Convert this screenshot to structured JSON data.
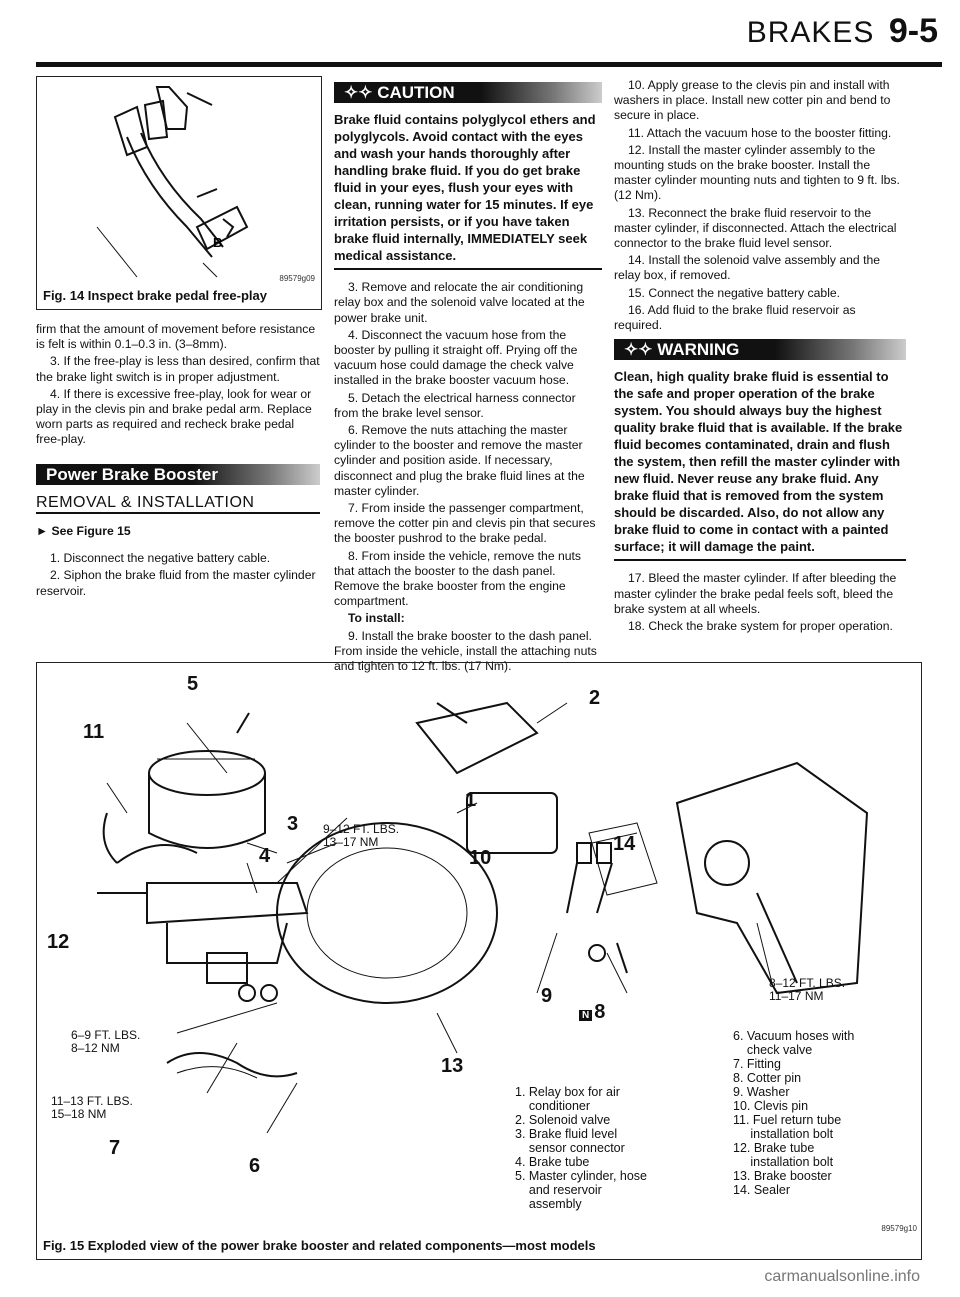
{
  "header": {
    "section": "BRAKES",
    "page": "9-5"
  },
  "fig14": {
    "label_b": "B",
    "code": "89579g09",
    "caption": "Fig. 14 Inspect brake pedal free-play"
  },
  "col1": {
    "p1": "firm that the amount of movement before resistance is felt is within 0.1–0.3 in. (3–8mm).",
    "p2": "3. If the free-play is less than desired, confirm that the brake light switch is in proper adjustment.",
    "p3": "4. If there is excessive free-play, look for wear or play in the clevis pin and brake pedal arm. Replace worn parts as required and recheck brake pedal free-play.",
    "banner": "Power Brake Booster",
    "subhead": "REMOVAL & INSTALLATION",
    "see": "See Figure 15",
    "s1": "1. Disconnect the negative battery cable.",
    "s2": "2. Siphon the brake fluid from the master cylinder reservoir."
  },
  "col2": {
    "caution_label": "CAUTION",
    "caution_text": "Brake fluid contains polyglycol ethers and polyglycols. Avoid contact with the eyes and wash your hands thoroughly after handling brake fluid. If you do get brake fluid in your eyes, flush your eyes with clean, running water for 15 minutes. If eye irritation persists, or if you have taken brake fluid internally, IMMEDIATELY seek medical assistance.",
    "s3": "3. Remove and relocate the air conditioning relay box and the solenoid valve located at the power brake unit.",
    "s4": "4. Disconnect the vacuum hose from the booster by pulling it straight off. Prying off the vacuum hose could damage the check valve installed in the brake booster vacuum hose.",
    "s5": "5. Detach the electrical harness connector from the brake level sensor.",
    "s6": "6. Remove the nuts attaching the master cylinder to the booster and remove the master cylinder and position aside. If necessary, disconnect and plug the brake fluid lines at the master cylinder.",
    "s7": "7. From inside the passenger compartment, remove the cotter pin and clevis pin that secures the booster pushrod to the brake pedal.",
    "s8": "8. From inside the vehicle, remove the nuts that attach the booster to the dash panel. Remove the brake booster from the engine compartment.",
    "install": "To install:",
    "s9": "9. Install the brake booster to the dash panel. From inside the vehicle, install the attaching nuts and tighten to 12 ft. lbs. (17 Nm)."
  },
  "col3": {
    "s10": "10. Apply grease to the clevis pin and install with washers in place. Install new cotter pin and bend to secure in place.",
    "s11": "11. Attach the vacuum hose to the booster fitting.",
    "s12": "12. Install the master cylinder assembly to the mounting studs on the brake booster. Install the master cylinder mounting nuts and tighten to 9 ft. lbs. (12 Nm).",
    "s13": "13. Reconnect the brake fluid reservoir to the master cylinder, if disconnected. Attach the electrical connector to the brake fluid level sensor.",
    "s14": "14. Install the solenoid valve assembly and the relay box, if removed.",
    "s15": "15. Connect the negative battery cable.",
    "s16": "16. Add fluid to the brake fluid reservoir as required.",
    "warning_label": "WARNING",
    "warning_text": "Clean, high quality brake fluid is essential to the safe and proper operation of the brake system. You should always buy the highest quality brake fluid that is available. If the brake fluid becomes contaminated, drain and flush the system, then refill the master cylinder with new fluid. Never reuse any brake fluid. Any brake fluid that is removed from the system should be discarded. Also, do not allow any brake fluid to come in contact with a painted surface; it will damage the paint.",
    "s17": "17. Bleed the master cylinder. If after bleeding the master cylinder the brake pedal feels soft, bleed the brake system at all wheels.",
    "s18": "18. Check the brake system for proper operation."
  },
  "fig15": {
    "callouts": {
      "n1": "1",
      "n2": "2",
      "n3": "3",
      "n4": "4",
      "n5": "5",
      "n6": "6",
      "n7": "7",
      "n8": "8",
      "n9": "9",
      "n10": "10",
      "n11": "11",
      "n12": "12",
      "n13": "13",
      "n14": "14"
    },
    "torques": {
      "t1a": "9–12 FT. LBS.",
      "t1b": "13–17 NM",
      "t2a": "8–12 FT. LBS.",
      "t2b": "11–17 NM",
      "t3a": "6–9 FT. LBS.",
      "t3b": "8–12 NM",
      "t4a": "11–13 FT. LBS.",
      "t4b": "15–18 NM"
    },
    "legend_left": [
      "1. Relay box for air",
      "    conditioner",
      "2. Solenoid valve",
      "3. Brake fluid level",
      "    sensor connector",
      "4. Brake tube",
      "5. Master cylinder, hose",
      "    and reservoir",
      "    assembly"
    ],
    "legend_right": [
      "6. Vacuum hoses with",
      "    check valve",
      "7. Fitting",
      "8. Cotter pin",
      "9. Washer",
      "10. Clevis pin",
      "11. Fuel return tube",
      "     installation bolt",
      "12. Brake tube",
      "     installation bolt",
      "13. Brake booster",
      "14. Sealer"
    ],
    "code": "89579g10",
    "caption": "Fig. 15 Exploded view of the power brake booster and related components—most models"
  },
  "footer": {
    "watermark": "carmanualsonline.info"
  }
}
